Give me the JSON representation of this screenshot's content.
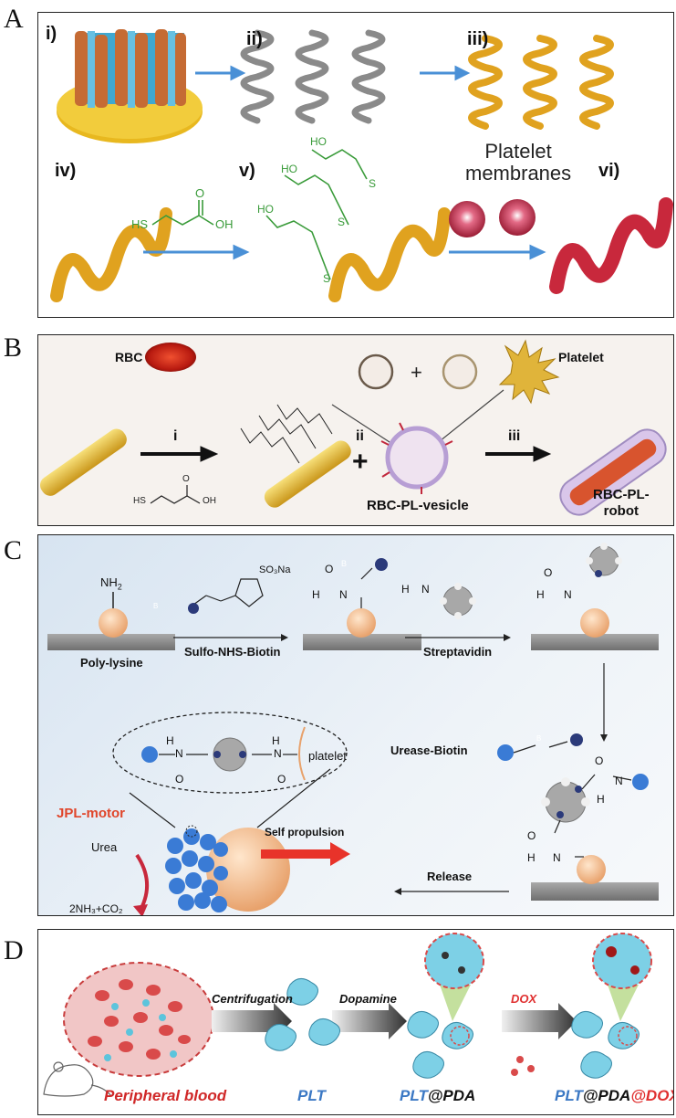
{
  "panels": {
    "A": {
      "letter": "A",
      "steps": [
        "i)",
        "ii)",
        "iii)",
        "iv)",
        "v)",
        "vi)"
      ],
      "reagent_hs": "HS",
      "reagent_oh": "OH",
      "reagent_o": "O",
      "ho": "HO",
      "s": "S",
      "platelet_line1": "Platelet",
      "platelet_line2": "membranes"
    },
    "B": {
      "letter": "B",
      "rbc": "RBC",
      "platelet": "Platelet",
      "plus_small": "+",
      "step_i": "i",
      "step_ii": "ii",
      "step_iii": "iii",
      "plus_big": "+",
      "vesicle": "RBC-PL-vesicle",
      "robot_line1": "RBC-PL-",
      "robot_line2": "robot",
      "hs": "HS",
      "oh": "OH",
      "o": "O"
    },
    "C": {
      "letter": "C",
      "nh2": "NH",
      "nh2_sub": "2",
      "poly_lysine": "Poly-lysine",
      "so3na": "SO₃Na",
      "sulfo": "Sulfo-NHS-Biotin",
      "streptavidin": "Streptavidin",
      "urease_biotin": "Urease-Biotin",
      "b": "B",
      "h": "H",
      "n": "N",
      "o": "O",
      "platelet": "platelet",
      "jpl_motor": "JPL-motor",
      "urea": "Urea",
      "products": "2NH₃+CO₂",
      "self_propulsion": "Self propulsion",
      "release": "Release"
    },
    "D": {
      "letter": "D",
      "centrifugation": "Centrifugation",
      "dopamine": "Dopamine",
      "dox_arrow": "DOX",
      "peripheral_blood": "Peripheral blood",
      "plt": "PLT",
      "plt_pda_1": "PLT",
      "plt_pda_2": "@PDA",
      "plt_pda_dox_1": "PLT",
      "plt_pda_dox_2": "@PDA",
      "plt_pda_dox_3": "@DOX"
    }
  },
  "colors": {
    "arrow_blue": "#4a90d6",
    "gold": "#e0a21f",
    "platelet_red": "#c8283c",
    "chem_green": "#3a9b3a",
    "jpl_red": "#e0452a",
    "plt_blue": "#3b78c4",
    "dox_red": "#e03030"
  }
}
